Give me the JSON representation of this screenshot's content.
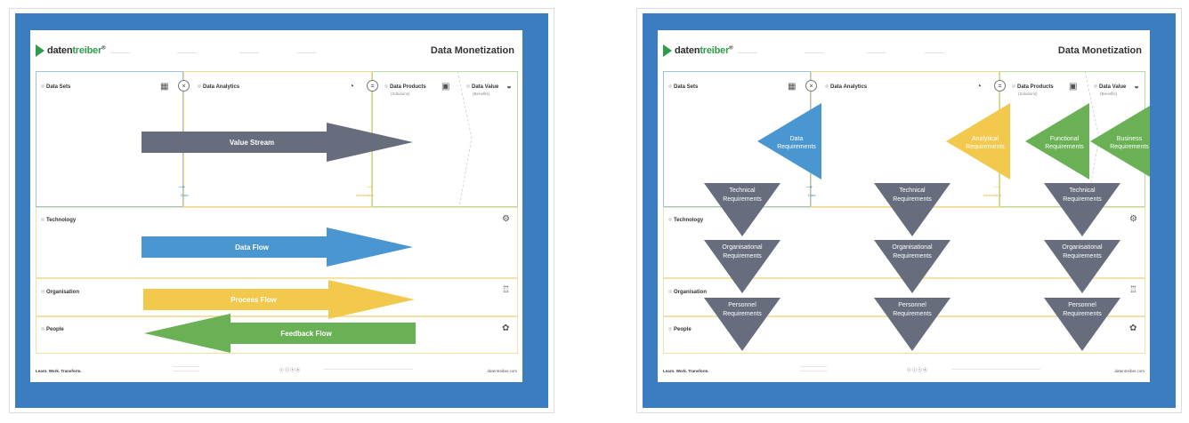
{
  "logo": {
    "prefix": "daten",
    "suffix": "treiber",
    "mark": "®"
  },
  "doc_title": "Data Monetization",
  "columns": {
    "data_sets": "Data Sets",
    "data_analytics": "Data Analytics",
    "data_products": "Data Products",
    "data_products_sub": "(Solutions)",
    "data_value": "Data Value",
    "data_value_sub": "(Benefits)"
  },
  "rows": {
    "technology": "Technology",
    "organisation": "Organisation",
    "people": "People"
  },
  "operators": {
    "multiply": "×",
    "equals": "="
  },
  "flow_tags": {
    "data": "Data",
    "information": "Information"
  },
  "footer": {
    "slogan": "Learn. Work. Transform.",
    "website": "datentreiber.com",
    "cc": "ⓒⓘⓢⓐ"
  },
  "left_arrows": {
    "value_stream": "Value Stream",
    "data_flow": "Data Flow",
    "process_flow": "Process Flow",
    "feedback_flow": "Feedback Flow"
  },
  "right_triangles": {
    "data_requirements": [
      "Data",
      "Requirements"
    ],
    "analytical_requirements": [
      "Analytical",
      "Requirements"
    ],
    "functional_requirements": [
      "Functional",
      "Requirements"
    ],
    "business_requirements": [
      "Business",
      "Requirements"
    ],
    "technical_requirements": [
      "Technical",
      "Requirements"
    ],
    "organisational_requirements": [
      "Organisational",
      "Requirements"
    ],
    "personnel_requirements": [
      "Personnel",
      "Requirements"
    ]
  },
  "colors": {
    "frame_blue": "#3b7dc0",
    "value_stream_gray": "#676d7d",
    "data_blue": "#4a96d0",
    "process_yellow": "#f2c94c",
    "feedback_green": "#6ab155",
    "logo_green": "#2f9c4c"
  },
  "icons": {
    "data_sets": "database-icon",
    "data_analytics": "analytics-head-icon",
    "data_products": "product-box-icon",
    "data_value": "gauge-icon",
    "technology": "gear-cloud-icon",
    "organisation": "org-chart-icon",
    "people": "people-group-icon"
  }
}
